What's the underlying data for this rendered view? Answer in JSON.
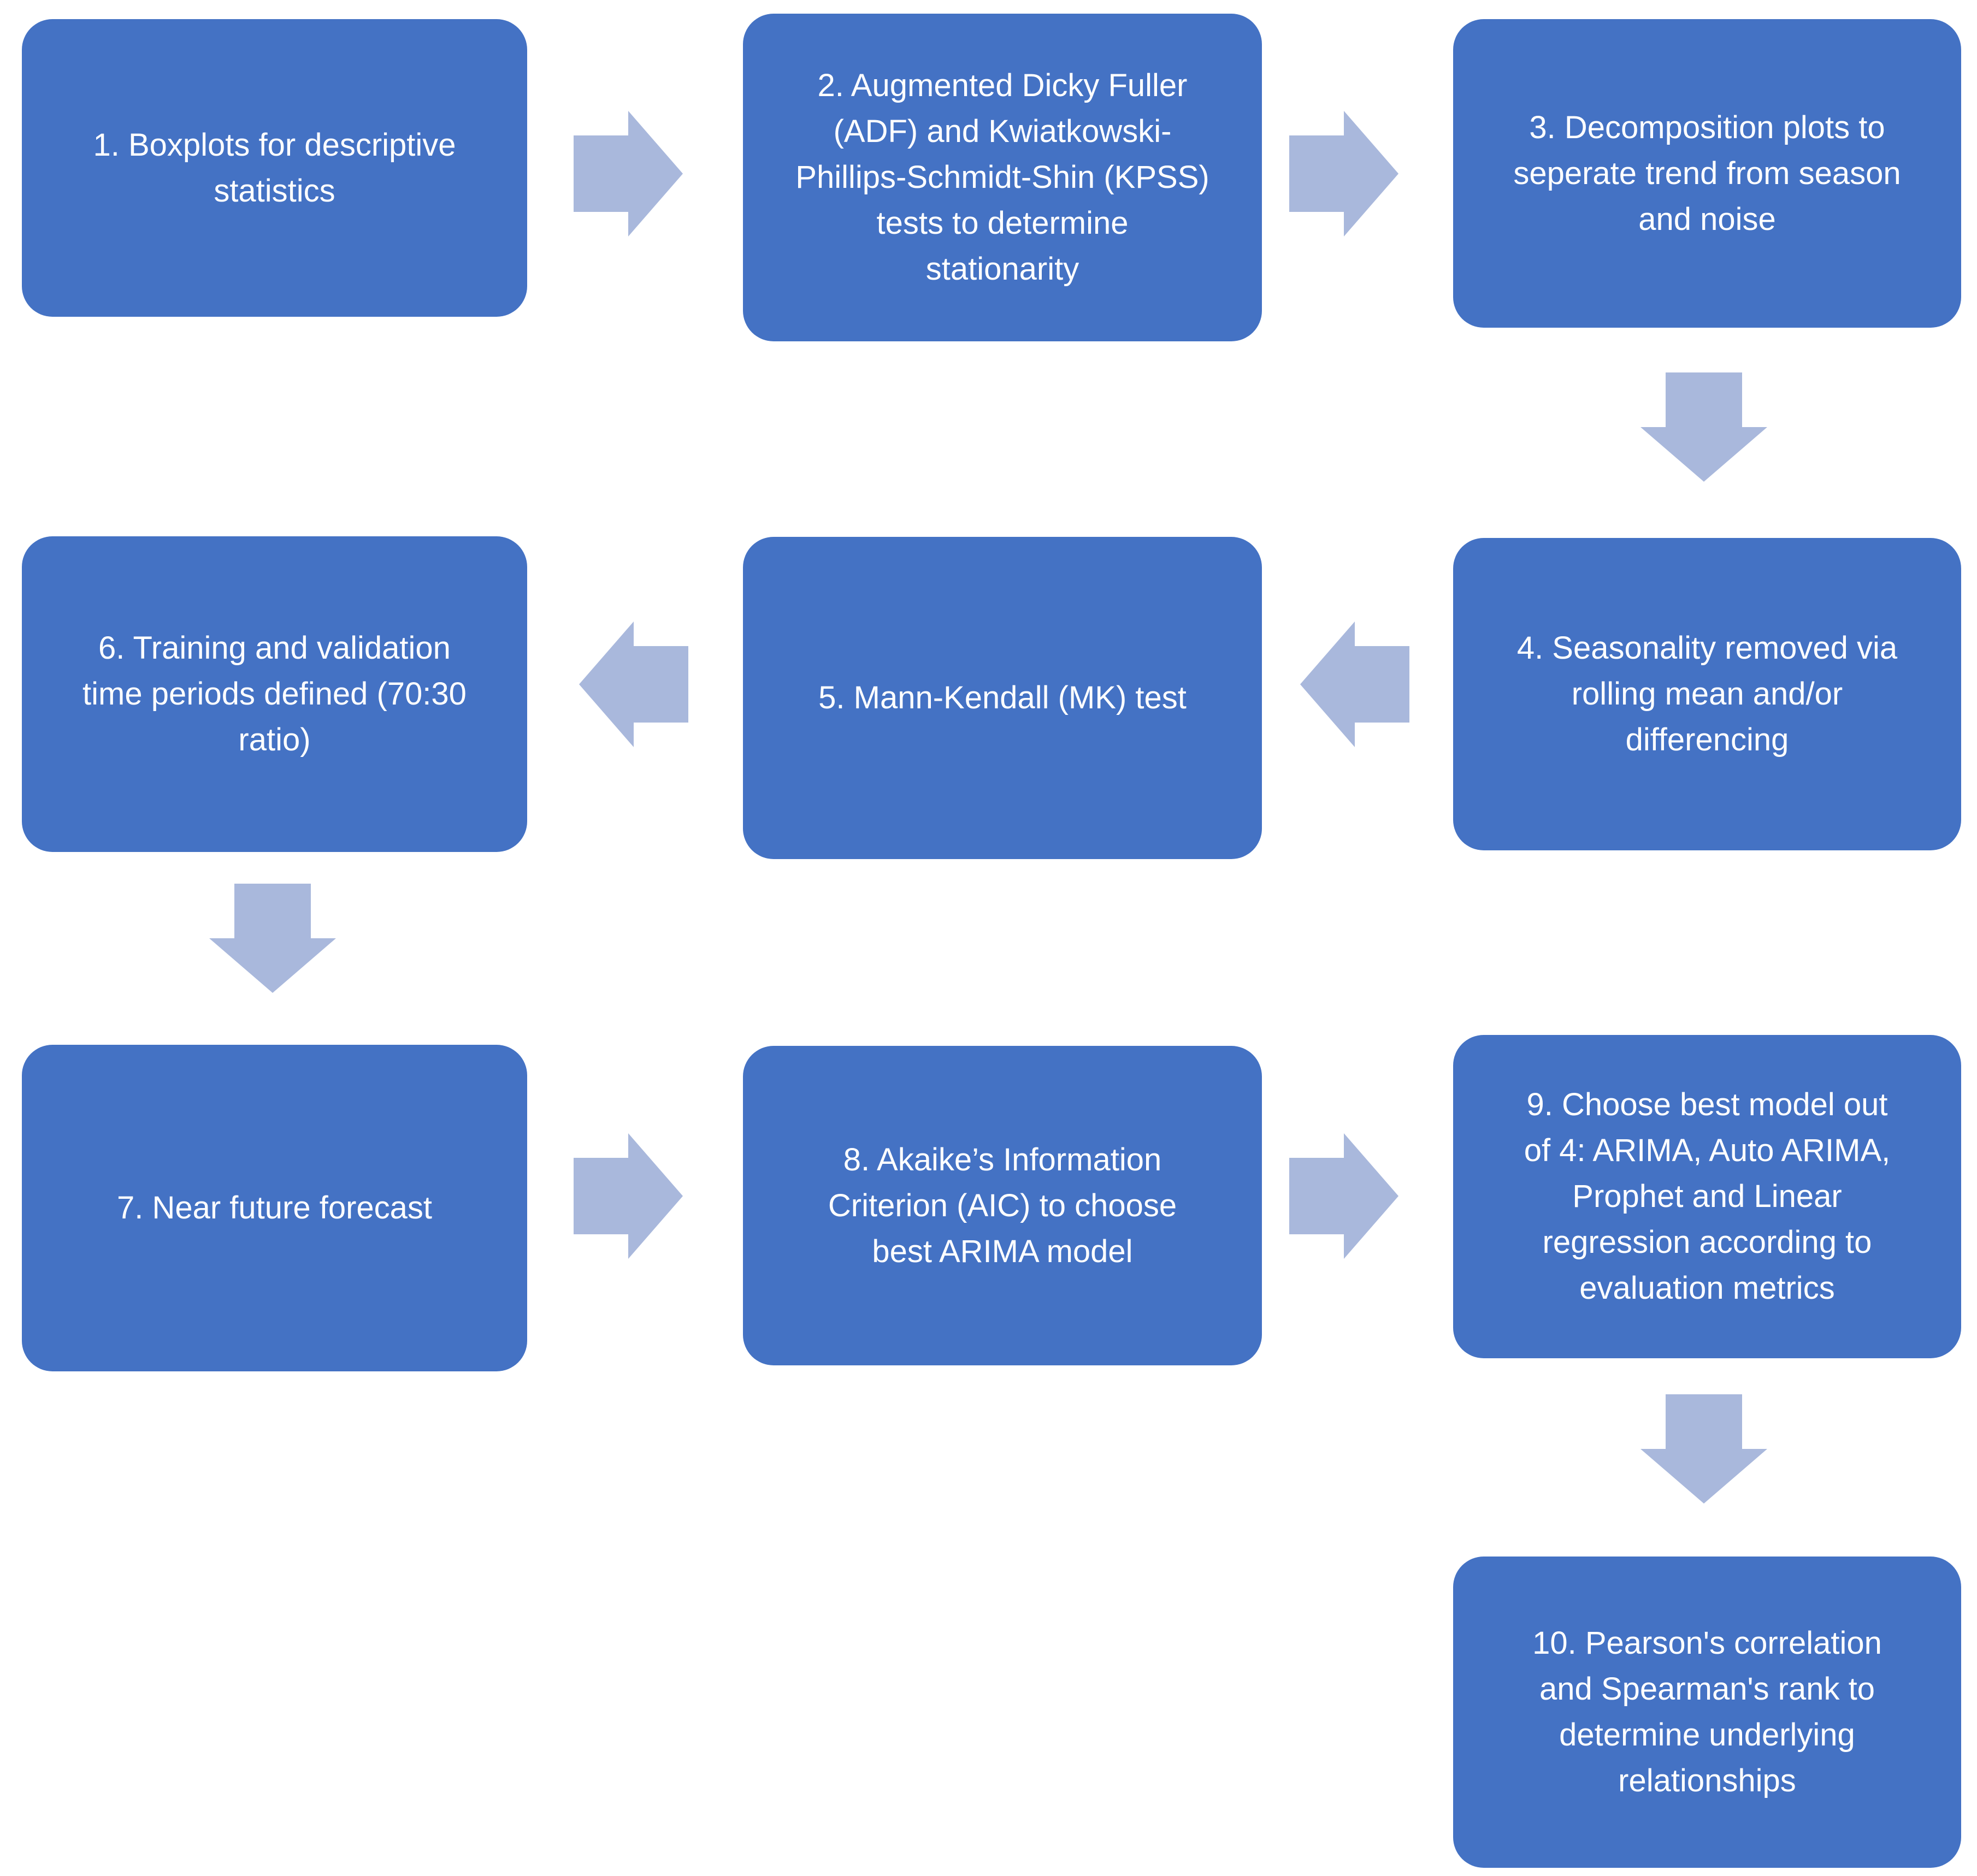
{
  "diagram": {
    "type": "flowchart",
    "colors": {
      "node_fill": "#4472C4",
      "arrow_fill": "#A9B8DC",
      "text": "#FFFFFF",
      "background": "#FFFFFF"
    },
    "nodes": [
      {
        "id": 1,
        "label": "1. Boxplots for descriptive\nstatistics"
      },
      {
        "id": 2,
        "label": "2. Augmented Dicky Fuller\n(ADF) and Kwiatkowski-\nPhillips-Schmidt-Shin (KPSS)\ntests to determine\nstationarity"
      },
      {
        "id": 3,
        "label": "3. Decomposition plots to\nseperate trend from season\nand noise"
      },
      {
        "id": 4,
        "label": "4. Seasonality removed via\nrolling mean and/or\ndifferencing"
      },
      {
        "id": 5,
        "label": "5. Mann-Kendall (MK) test"
      },
      {
        "id": 6,
        "label": "6. Training and validation\ntime periods defined (70:30\nratio)"
      },
      {
        "id": 7,
        "label": "7. Near future forecast"
      },
      {
        "id": 8,
        "label": "8. Akaike’s Information\nCriterion (AIC) to choose\nbest ARIMA model"
      },
      {
        "id": 9,
        "label": "9. Choose best model out\nof 4: ARIMA, Auto ARIMA,\nProphet and Linear\nregression according to\nevaluation metrics"
      },
      {
        "id": 10,
        "label": "10. Pearson's correlation\nand Spearman's rank to\ndetermine underlying\nrelationships"
      }
    ],
    "arrows": [
      {
        "from": 1,
        "to": 2,
        "direction": "right"
      },
      {
        "from": 2,
        "to": 3,
        "direction": "right"
      },
      {
        "from": 3,
        "to": 4,
        "direction": "down"
      },
      {
        "from": 4,
        "to": 5,
        "direction": "left"
      },
      {
        "from": 5,
        "to": 6,
        "direction": "left"
      },
      {
        "from": 6,
        "to": 7,
        "direction": "down"
      },
      {
        "from": 7,
        "to": 8,
        "direction": "right"
      },
      {
        "from": 8,
        "to": 9,
        "direction": "right"
      },
      {
        "from": 9,
        "to": 10,
        "direction": "down"
      }
    ]
  }
}
